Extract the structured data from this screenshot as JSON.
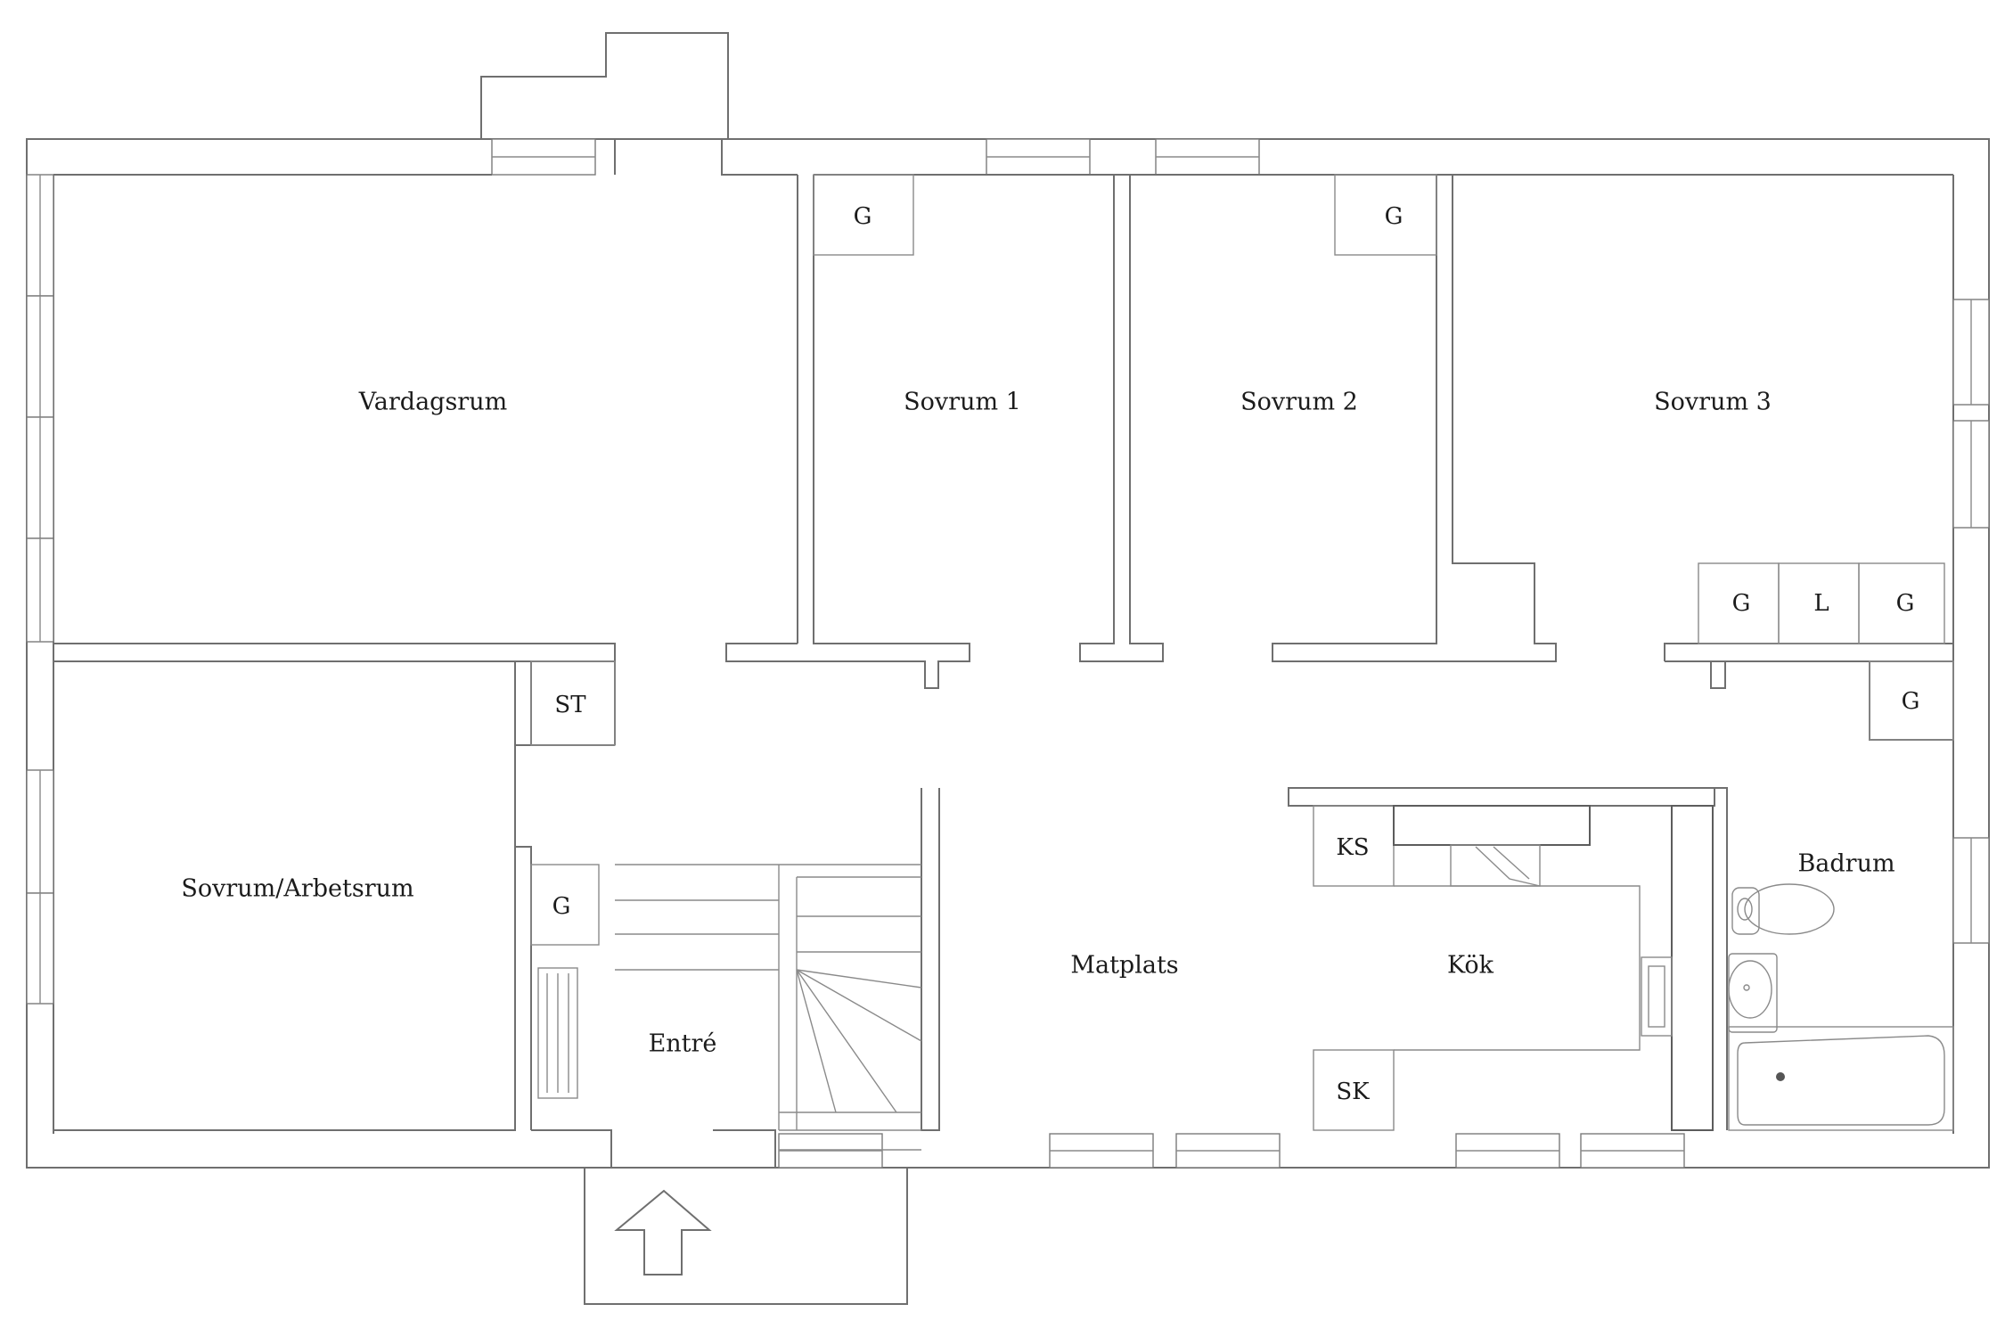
{
  "rooms": {
    "vardagsrum": "Vardagsrum",
    "sovrum1": "Sovrum 1",
    "sovrum2": "Sovrum 2",
    "sovrum3": "Sovrum 3",
    "sovrum_arbetsrum": "Sovrum/Arbetsrum",
    "entre": "Entré",
    "matplats": "Matplats",
    "kok": "Kök",
    "badrum": "Badrum"
  },
  "storage": {
    "g_sovrum1": "G",
    "g_sovrum2": "G",
    "g_sovrum3_left": "G",
    "l_sovrum3": "L",
    "g_sovrum3_right": "G",
    "g_hall_right": "G",
    "st": "ST",
    "g_entre": "G",
    "ks": "KS",
    "sk": "SK"
  }
}
